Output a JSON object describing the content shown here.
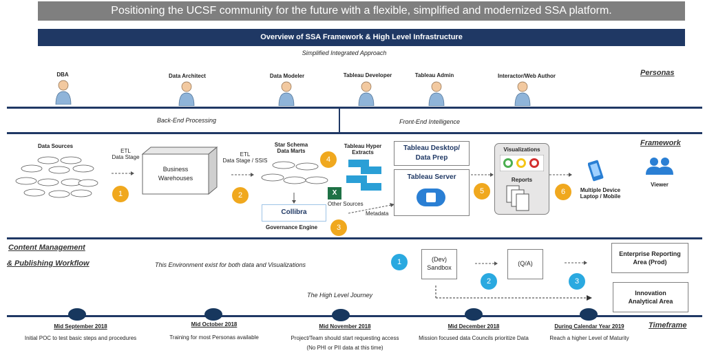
{
  "banner": "Positioning the UCSF community for the future with a flexible, simplified and modernized SSA platform.",
  "overview_title": "Overview of SSA Framework & High Level Infrastructure",
  "subtitle": "Simplified Integrated Approach",
  "personas": {
    "heading": "Personas",
    "items": [
      "DBA",
      "Data Architect",
      "Data Modeler",
      "Tableau Developer",
      "Tableau Admin",
      "Interactor/Web Author"
    ]
  },
  "processing": {
    "back_end": "Back-End Processing",
    "front_end": "Front-End Intelligence"
  },
  "framework": {
    "heading": "Framework",
    "data_sources": "Data Sources",
    "etl_1": "ETL\nData Stage",
    "business_warehouses": "Business\nWarehouses",
    "etl_2": "ETL\nData Stage / SSIS",
    "star_schema": "Star Schema\nData Marts",
    "tableau_hyper": "Tableau Hyper\nExtracts",
    "other_sources": "Other Sources",
    "collibra": "Collibra",
    "governance": "Governance Engine",
    "metadata": "Metadata",
    "tableau_desktop": "Tableau  Desktop/\nData Prep",
    "tableau_server": "Tableau  Server",
    "visualizations": "Visualizations",
    "reports": "Reports",
    "multiple_device": "Multiple Device\nLaptop / Mobile",
    "viewer": "Viewer",
    "steps": [
      "1",
      "2",
      "3",
      "4",
      "5",
      "6"
    ]
  },
  "content": {
    "heading_1": "Content Management",
    "heading_2": "& Publishing Workflow",
    "note": "This Environment exist for both data and Visualizations",
    "sandbox": "(Dev)\nSandbox",
    "qa": "(Q/A)",
    "enterprise": "Enterprise Reporting\nArea (Prod)",
    "innovation": "Innovation\nAnalytical Area",
    "steps": [
      "1",
      "2",
      "3"
    ]
  },
  "timeframe": {
    "heading": "Timeframe",
    "journey": "The High Level Journey",
    "milestones": [
      {
        "date": "Mid September 2018",
        "desc": "Initial POC to test basic steps and procedures"
      },
      {
        "date": "Mid October 2018",
        "desc": "Training for most Personas available"
      },
      {
        "date": "Mid November 2018",
        "desc": "Project/Team should start requesting access\n(No PHI or PII data at this time)"
      },
      {
        "date": "Mid December 2018",
        "desc": "Mission focused data Councils prioritize Data"
      },
      {
        "date": "During  Calendar Year 2019",
        "desc": "Reach a higher Level of Maturity"
      }
    ]
  }
}
